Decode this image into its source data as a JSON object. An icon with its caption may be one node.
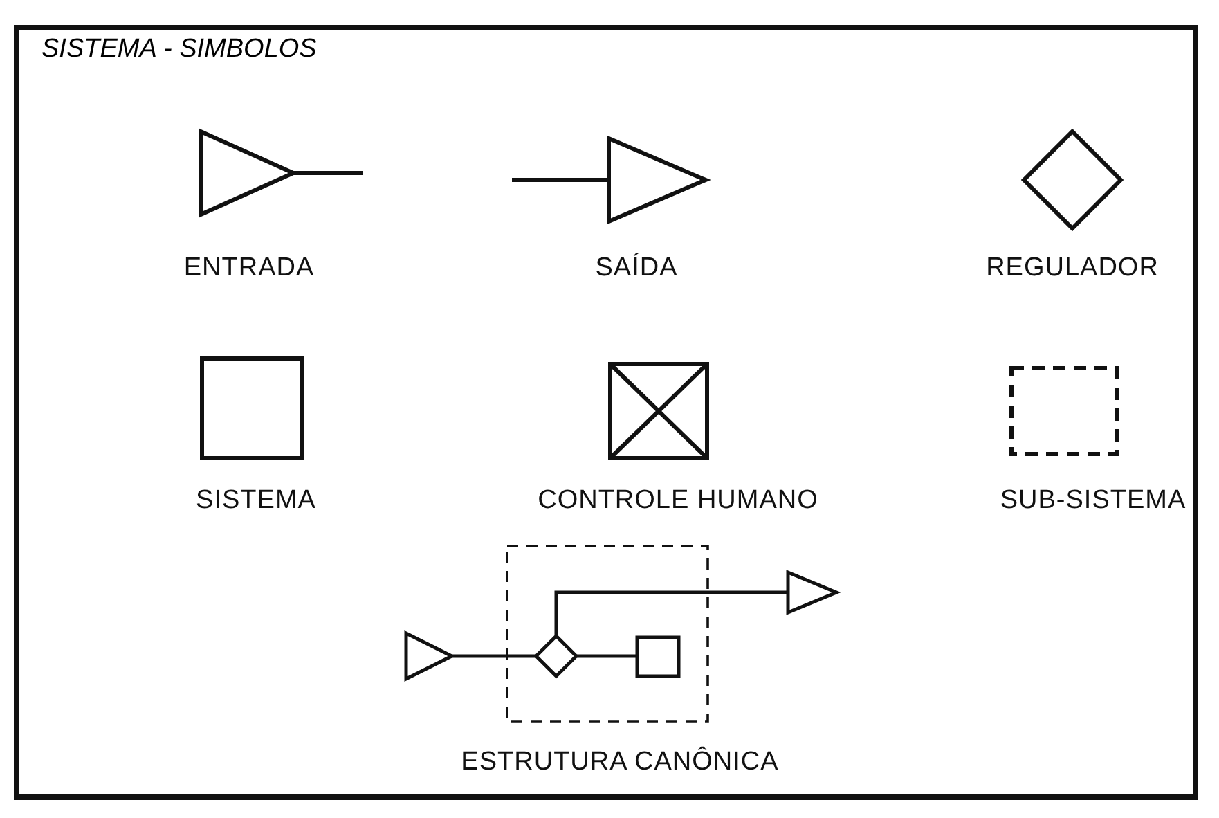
{
  "diagram": {
    "title": "SISTEMA - SIMBOLOS",
    "nodes": [
      {
        "text": [],
        "shape": "box"
      },
      {
        "text": [],
        "shape": "triangle"
      },
      {
        "text": [],
        "shape": "diamond",
        "in": 0
      },
      {
        "text": [],
        "shape": "box",
        "in": 0
      },
      {
        "text": [],
        "shape": "triangle"
      }
    ],
    "edges": [
      {
        "from": 1,
        "to": 2,
        "arrow": "none"
      },
      {
        "from": 2,
        "to": 3,
        "arrow": "none"
      },
      {
        "from": 2,
        "to": 4,
        "arrow": "none"
      }
    ],
    "labels": [
      "ESTRUTURA CANÔNICA"
    ],
    "legend": [
      {
        "text": "ENTRADA"
      },
      {
        "text": "SAÍDA"
      },
      {
        "text": "REGULADOR"
      },
      {
        "text": "SISTEMA"
      },
      {
        "text": "CONTROLE HUMANO"
      },
      {
        "text": "SUB-SISTEMA"
      }
    ]
  }
}
